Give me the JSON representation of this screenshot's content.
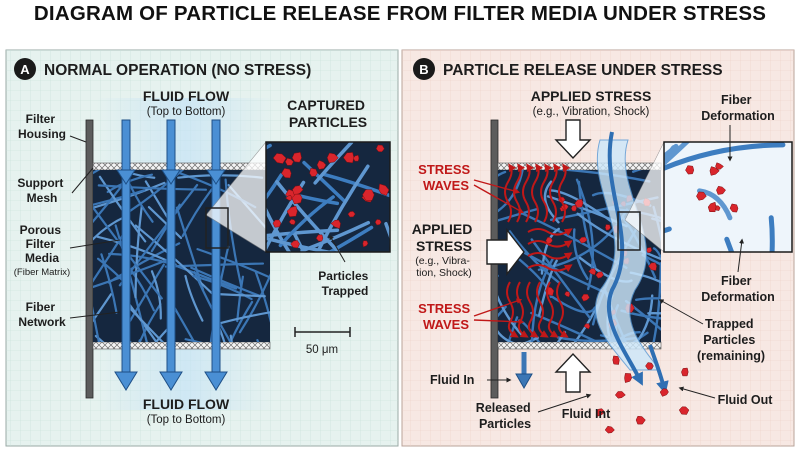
{
  "title": "DIAGRAM OF PARTICLE RELEASE FROM FILTER MEDIA UNDER STRESS",
  "colors": {
    "fiber": "#3b76b5",
    "media_bg": "#15273f",
    "particle": "#d9252c",
    "stress": "#c01818",
    "flow": "#4a8fd4"
  },
  "panel_a": {
    "badge": "A",
    "heading": "NORMAL OPERATION (NO STRESS)",
    "flow_top": "FLUID FLOW",
    "flow_top_sub": "(Top to Bottom)",
    "flow_bottom": "FLUID FLOW",
    "flow_bottom_sub": "(Top to Bottom)",
    "labels": {
      "filter_housing": [
        "Filter",
        "Housing"
      ],
      "support_mesh": [
        "Support",
        "Mesh"
      ],
      "porous_media": [
        "Porous",
        "Filter",
        "Media"
      ],
      "fiber_matrix": "(Fiber Matrix)",
      "fiber_network": [
        "Fiber",
        "Network"
      ]
    },
    "captured": [
      "CAPTURED",
      "PARTICLES"
    ],
    "trapped": [
      "Particles",
      "Trapped"
    ],
    "scale": "50 μm"
  },
  "panel_b": {
    "badge": "B",
    "heading": "PARTICLE RELEASE UNDER STRESS",
    "applied_top": "APPLIED STRESS",
    "applied_top_sub": "(e.g., Vibration, Shock)",
    "stress_waves": [
      "STRESS",
      "WAVES"
    ],
    "applied_left": [
      "APPLIED",
      "STRESS"
    ],
    "applied_left_sub": [
      "(e.g., Vibra-",
      "tion, Shock)"
    ],
    "fiber_def_top": [
      "Fiber",
      "Deformation"
    ],
    "fiber_def_right": [
      "Fiber",
      "Deformation"
    ],
    "trapped_remaining": [
      "Trapped",
      "Particles",
      "(remaining)"
    ],
    "fluid_in": "Fluid In",
    "released": [
      "Released",
      "Particles"
    ],
    "fluid_int": "Fluid Int",
    "fluid_out": "Fluid Out"
  }
}
